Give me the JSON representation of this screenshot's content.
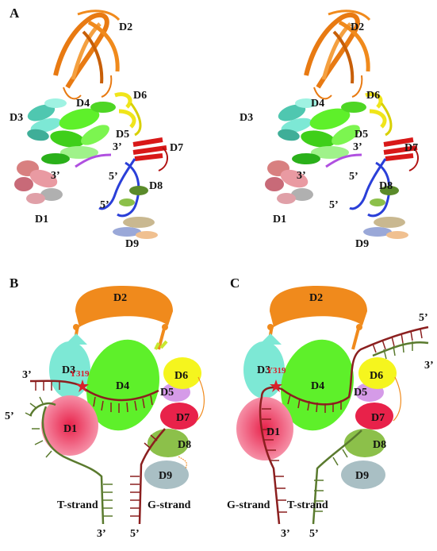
{
  "panels": {
    "a": "A",
    "b": "B",
    "c": "C"
  },
  "structure_left": {
    "d1": "D1",
    "d2": "D2",
    "d3": "D3",
    "d4": "D4",
    "d5": "D5",
    "d6": "D6",
    "d7": "D7",
    "d8": "D8",
    "d9": "D9",
    "p3a": "3’",
    "p3b": "3’",
    "p5a": "5’",
    "p5b": "5’"
  },
  "structure_right": {
    "d1": "D1",
    "d2": "D2",
    "d3": "D3",
    "d4": "D4",
    "d5": "D5",
    "d6": "D6",
    "d7": "D7",
    "d8": "D8",
    "d9": "D9",
    "p3a": "3’",
    "p3b": "3’",
    "p5a": "5’",
    "p5b": "5’"
  },
  "schematic_b": {
    "d1": "D1",
    "d2": "D2",
    "d3": "D3",
    "d4": "D4",
    "d5": "D5",
    "d6": "D6",
    "d7": "D7",
    "d8": "D8",
    "d9": "D9",
    "residue": "Y319",
    "t_strand": "T-strand",
    "g_strand": "G-strand",
    "end_3_top": "3’",
    "end_5_left": "5’",
    "end_3_bottom": "3’",
    "end_5_bottom": "5’"
  },
  "schematic_c": {
    "d1": "D1",
    "d2": "D2",
    "d3": "D3",
    "d4": "D4",
    "d5": "D5",
    "d6": "D6",
    "d7": "D7",
    "d8": "D8",
    "d9": "D9",
    "residue": "Y319",
    "t_strand": "T-strand",
    "g_strand": "G-strand",
    "end_5_top": "5’",
    "end_3_right": "3’",
    "end_3_bottom": "3’",
    "end_5_bottom": "5’"
  },
  "colors": {
    "d1": "#f2718e",
    "d2": "#f08a1c",
    "d3": "#7de8d5",
    "d4": "#5ef02a",
    "d5": "#d59be8",
    "d6": "#f5f51e",
    "d7": "#e8224a",
    "d8": "#8cc04a",
    "d9": "#a9bfc4",
    "dna_red": "#8b1f1f",
    "dna_green": "#5a7a2e",
    "dna_blue": "#2a3fd8"
  }
}
